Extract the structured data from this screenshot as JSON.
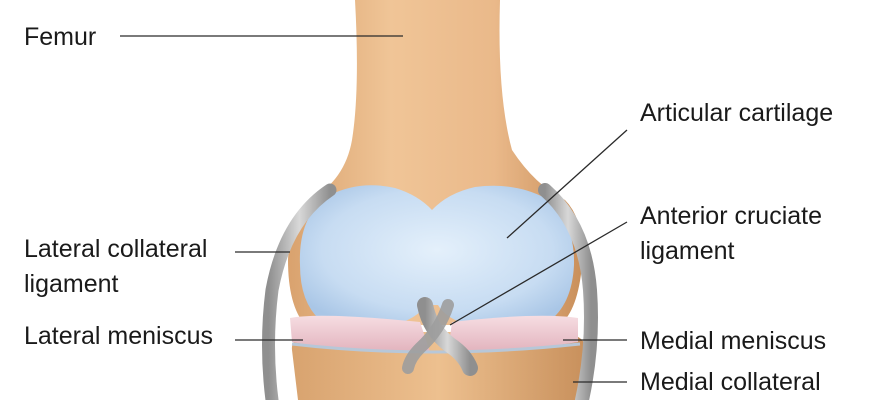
{
  "labels": {
    "femur": "Femur",
    "articular_cartilage": "Articular cartilage",
    "lcl_line1": "Lateral collateral",
    "lcl_line2": "ligament",
    "acl_line1": "Anterior cruciate",
    "acl_line2": "ligament",
    "lateral_meniscus": "Lateral meniscus",
    "medial_meniscus": "Medial meniscus",
    "medial_collateral": "Medial collateral"
  },
  "colors": {
    "bone": "#e7b98b",
    "bone_shadow": "#c98f5a",
    "cartilage": "#cfe3f5",
    "meniscus": "#f0cfd6",
    "ligament": "#a8a8a8",
    "leader_line": "#2a2a2a"
  }
}
